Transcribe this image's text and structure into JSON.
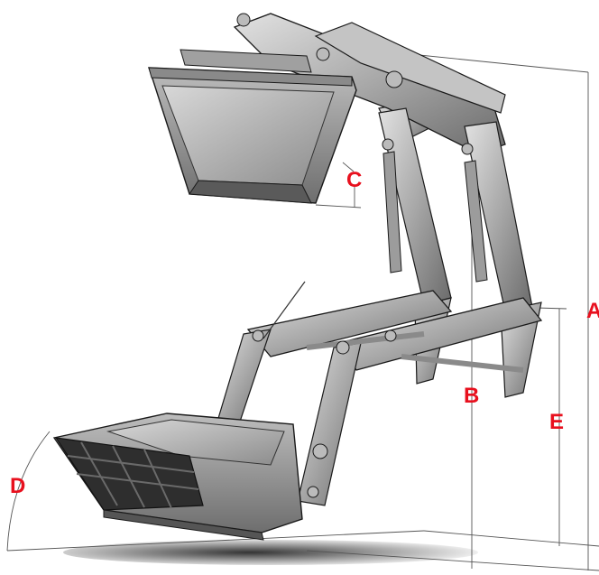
{
  "dimension_labels": {
    "a": "A",
    "b": "B",
    "c": "C",
    "d": "D",
    "e": "E"
  },
  "colors": {
    "label": "#e8101e",
    "metal_light": "#cfcfcf",
    "metal_mid": "#9a9a9a",
    "metal_dark": "#4a4a4a",
    "outline": "#1a1a1a",
    "shadow": "#2b2b2b",
    "dimension_line": "#555555"
  }
}
